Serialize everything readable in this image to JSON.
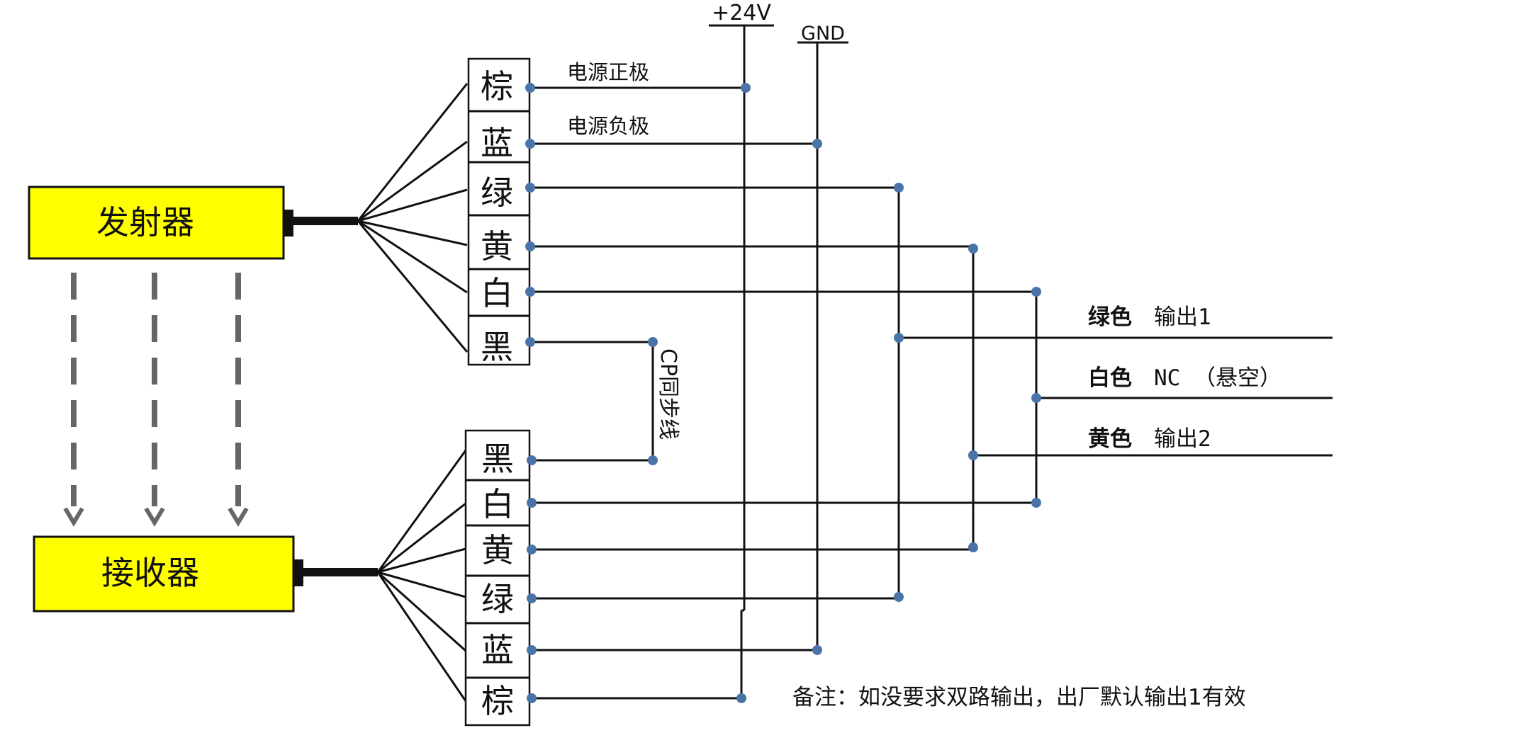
{
  "emitter": {
    "label": "发射器"
  },
  "receiver": {
    "label": "接收器"
  },
  "rails": {
    "plus24v": "+24V",
    "gnd": "GND"
  },
  "emitter_wires": [
    "棕",
    "蓝",
    "绿",
    "黄",
    "白",
    "黑"
  ],
  "receiver_wires": [
    "黑",
    "白",
    "黄",
    "绿",
    "蓝",
    "棕"
  ],
  "wire_labels": {
    "power_positive": "电源正极",
    "power_negative": "电源负极"
  },
  "sync_line": "CP同步线",
  "outputs": [
    {
      "color": "绿色",
      "function": "输出1"
    },
    {
      "color": "白色",
      "function": "NC （悬空）"
    },
    {
      "color": "黄色",
      "function": "输出2"
    }
  ],
  "note": "备注：如没要求双路输出，出厂默认输出1有效",
  "colors": {
    "box_fill": "#ffff00",
    "dot": "#4a74a8",
    "line": "#111111",
    "arrow": "#666666"
  }
}
